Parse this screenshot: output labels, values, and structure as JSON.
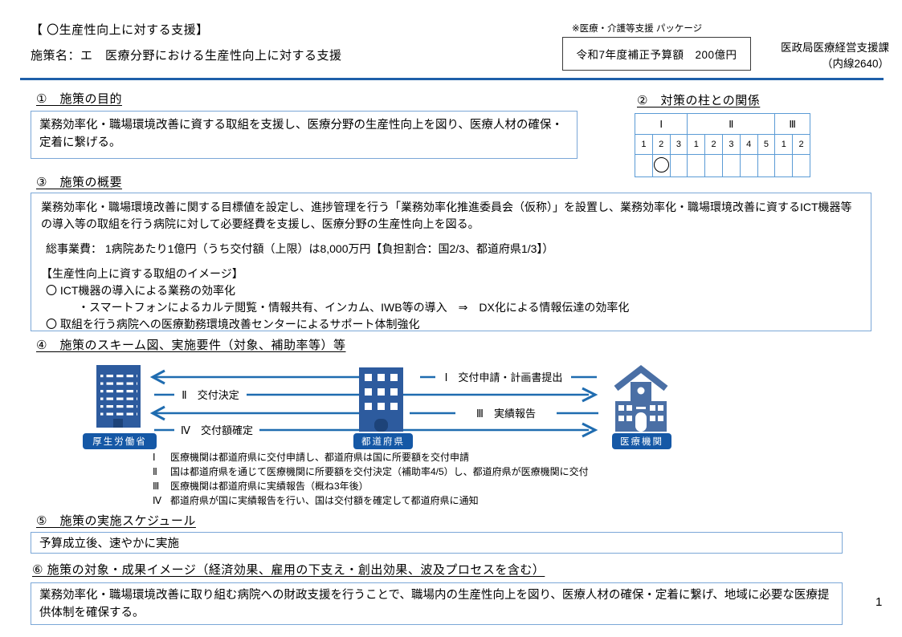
{
  "header": {
    "title_line1": "【 〇生産性向上に対する支援】",
    "title_line2": "施策名：エ　医療分野における生産性向上に対する支援",
    "package_note": "※医療・介護等支援 パッケージ",
    "budget_box": "令和7年度補正予算額　200億円",
    "department": "医政局医療経営支援課",
    "department_ext": "（内線2640）"
  },
  "section1": {
    "heading": "①　施策の目的",
    "body": "業務効率化・職場環境改善に資する取組を支援し、医療分野の生産性向上を図り、医療人材の確保・定着に繋げる。"
  },
  "section2": {
    "heading": "②　対策の柱との関係",
    "table": {
      "groups": [
        {
          "label": "Ⅰ",
          "cols": 3
        },
        {
          "label": "Ⅱ",
          "cols": 5
        },
        {
          "label": "Ⅲ",
          "cols": 2
        }
      ],
      "numbers": [
        "1",
        "2",
        "3",
        "1",
        "2",
        "3",
        "4",
        "5",
        "1",
        "2"
      ],
      "marked": {
        "group": "Ⅰ",
        "column": "2",
        "mark": "〇"
      }
    }
  },
  "section3": {
    "heading": "③　施策の概要",
    "paragraph1": "業務効率化・職場環境改善に関する目標値を設定し、進捗管理を行う「業務効率化推進委員会（仮称）」を設置し、業務効率化・職場環境改善に資するICT機器等の導入等の取組を行う病院に対して必要経費を支援し、医療分野の生産性向上を図る。",
    "cost_line": "総事業費： 1病院あたり1億円（うち交付額（上限）は8,000万円【負担割合：国2/3、都道府県1/3】）",
    "image_heading": "【生産性向上に資する取組のイメージ】",
    "bullet1": "〇 ICT機器の導入による業務の効率化",
    "sub_bullet": "・スマートフォンによるカルテ閲覧・情報共有、インカム、IWB等の導入　⇒　DX化による情報伝達の効率化",
    "bullet2": "〇 取組を行う病院への医療勤務環境改善センターによるサポート体制強化"
  },
  "section4": {
    "heading": "④　施策のスキーム図、実施要件（対象、補助率等）等",
    "diagram": {
      "org_left": "厚生労働省",
      "org_middle": "都道府県",
      "org_right": "医療機関",
      "arrow1_label": "Ⅰ　交付申請・計画書提出",
      "arrow2_label": "Ⅱ　交付決定",
      "arrow3_label": "Ⅲ　実績報告",
      "arrow4_label": "Ⅳ　交付額確定"
    },
    "notes": [
      {
        "num": "Ⅰ",
        "text": "医療機関は都道府県に交付申請し、都道府県は国に所要額を交付申請"
      },
      {
        "num": "Ⅱ",
        "text": "国は都道府県を通じて医療機関に所要額を交付決定（補助率4/5）し、都道府県が医療機関に交付"
      },
      {
        "num": "Ⅲ",
        "text": "医療機関は都道府県に実績報告（概ね3年後）"
      },
      {
        "num": "Ⅳ",
        "text": "都道府県が国に実績報告を行い、国は交付額を確定して都道府県に通知"
      }
    ]
  },
  "section5": {
    "heading": "⑤　施策の実施スケジュール",
    "body": "予算成立後、速やかに実施"
  },
  "section6": {
    "heading": "⑥ 施策の対象・成果イメージ（経済効果、雇用の下支え・創出効果、波及プロセスを含む）",
    "body": "業務効率化・職場環境改善に取り組む病院への財政支援を行うことで、職場内の生産性向上を図り、医療人材の確保・定着に繋げ、地域に必要な医療提供体制を確保する。"
  },
  "page_number": "1",
  "colors": {
    "divider_blue": "#1e5fa9",
    "box_border_blue": "#7ba7d7",
    "table_border_blue": "#5b9bd5",
    "building_blue": "#2d5b9e",
    "hospital_blue": "#4a6fa5",
    "org_label_bg": "#1558a6",
    "arrow_blue": "#1f6cb0"
  }
}
